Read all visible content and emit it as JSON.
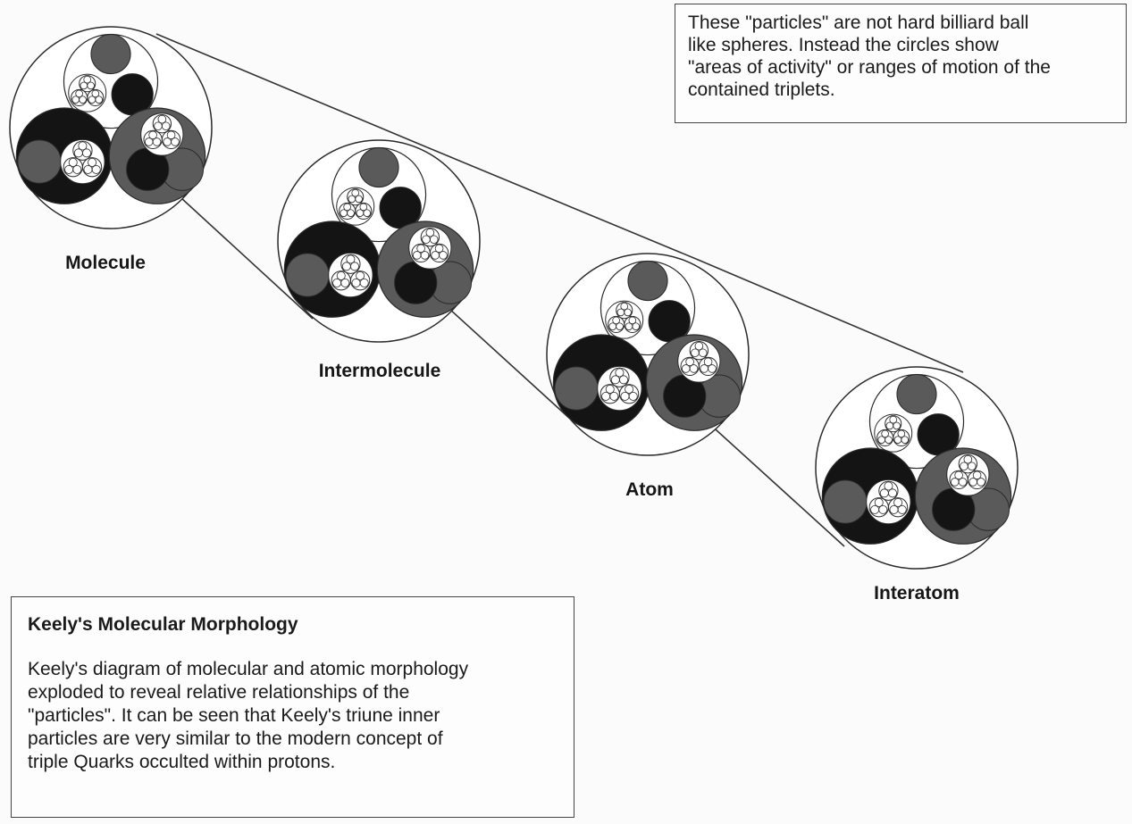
{
  "stages": [
    {
      "label": "Molecule"
    },
    {
      "label": "Intermolecule"
    },
    {
      "label": "Atom"
    },
    {
      "label": "Interatom"
    }
  ],
  "notes": {
    "top": "These \"particles\" are not hard billiard ball\nlike spheres. Instead the circles show\n\"areas of activity\" or ranges of motion of the\ncontained triplets.",
    "bottom": {
      "title": "Keely's Molecular Morphology",
      "body": "Keely's diagram of molecular and atomic morphology\nexploded to reveal relative relationships of the\n\"particles\". It can be seen that Keely's triune inner\nparticles are very similar to the modern concept of\ntriple Quarks occulted within protons."
    }
  },
  "colors": {
    "outline": "#2a2a2a",
    "black_sphere": "#141414",
    "gray_sphere": "#5a5a5a",
    "white_sphere": "#ffffff",
    "connector": "#333333"
  }
}
